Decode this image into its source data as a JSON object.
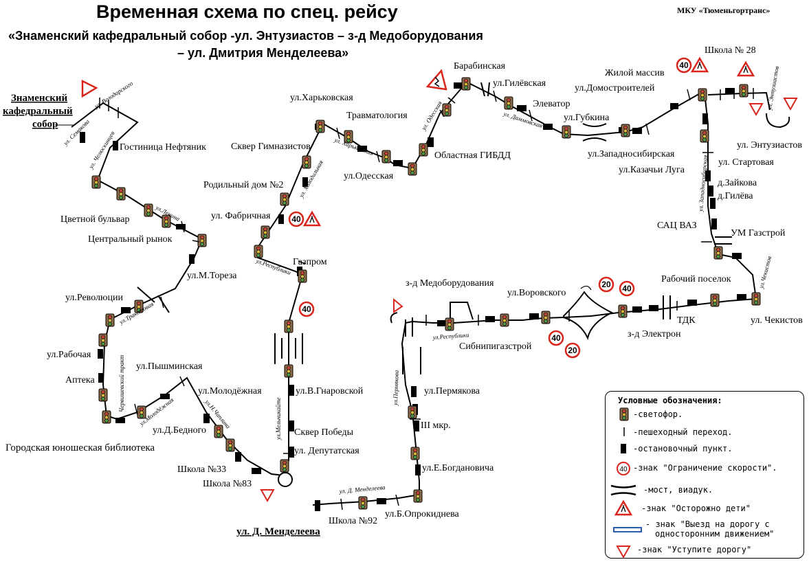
{
  "header": {
    "title": "Временная схема по спец. рейсу",
    "subtitle_line1": "«Знаменский кафедральный собор -ул. Энтузиастов – з-д Медоборудования",
    "subtitle_line2": "– ул. Дмитрия Менделеева»",
    "org": "МКУ «Тюменьгортранс»"
  },
  "route_labels": {
    "start_stop": [
      "Знаменский",
      "кафедральный",
      "собор"
    ],
    "end_stop": "ул. Д. Менделеева"
  },
  "stops": [
    "Гостиница Нефтяник",
    "Цветной бульвар",
    "Центральный рынок",
    "ул.М.Тореза",
    "ул.Революции",
    "ул.Рабочая",
    "Аптека",
    "ул.Пышминская",
    "ул.Молодёжная",
    "ул.Д.Бедного",
    "Городская юношеская библиотека",
    "Школа №33",
    "Школа №83",
    "Газпром",
    "ул. Фабричная",
    "Родильный дом №2",
    "Сквер Гимназистов",
    "ул.Харьковская",
    "Травматология",
    "ул.Одесская",
    "Областная ГИБДД",
    "Барабинская",
    "ул.Гилёвская",
    "Элеватор",
    "ул.Губкина",
    "ул.Домостроителей",
    "Жилой массив",
    "Школа № 28",
    "ул. Энтузиастов",
    "ул.Западносибирская",
    "ул.Казачьи Луга",
    "ул. Стартовая",
    "д.Зайкова",
    "д.Гилёва",
    "САЦ ВАЗ",
    "УМ Газстрой",
    "Рабочий поселок",
    "ул. Чекистов",
    "ТДК",
    "з-д Электрон",
    "ул.Воровского",
    "Сибнипигазстрой",
    "з-д Медоборудования",
    "ул.Пермякова",
    "III мкр.",
    "ул.Е.Богдановича",
    "ул.Б.Опрокиднева",
    "Школа №92",
    "ул.В.Гнаровской",
    "Сквер Победы",
    "ул. Депутатская"
  ],
  "street_labels": [
    "ул. Володарского",
    "ул. Семакова",
    "ул. Челюскинцев",
    "ул.Ленина",
    "ул.Тракотовая",
    "Червишевский тракт",
    "ул.Молодёжная",
    "ул.Н.Чаплина",
    "ул.Мельникайте",
    "ул.Республики",
    "ул. Холодильная",
    "ул. Харьковская",
    "ул. Одесская",
    "ул. Даммовская",
    "ул. Энтузиастов",
    "ул. Западносибирская",
    "ул.Чекистов",
    "ул.Республики",
    "ул.Пермякова",
    "ул. Д. Менделеева"
  ],
  "speed_limits": [
    "40",
    "40",
    "40",
    "20",
    "40",
    "40",
    "20"
  ],
  "legend": {
    "title": "Условные обозначения:",
    "items": [
      "-светофор.",
      "-пешеходный переход.",
      "-остановочный пункт.",
      "-знак \"Ограничение скорости\".",
      "-мост, виадук.",
      "-знак \"Осторожно дети\"",
      "- знак \"Выезд на дорогу с",
      "одностоpонним движением\"",
      "-знак \"Уступите дорогу\""
    ],
    "legend_speed": "40"
  },
  "colors": {
    "route": "#000000",
    "sign_red": "#d9261c",
    "one_way_blue": "#2a5db0"
  }
}
